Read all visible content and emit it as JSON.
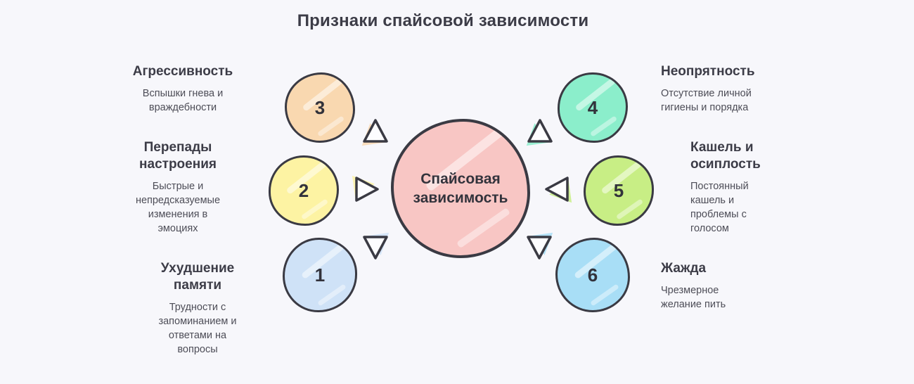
{
  "title": "Признаки спайсовой зависимости",
  "background_color": "#f7f7fb",
  "outline_color": "#3a3a43",
  "center": {
    "label": "Спайсовая зависимость",
    "color": "#f8c6c4"
  },
  "items": [
    {
      "number": "1",
      "heading": "Ухудшение памяти",
      "description": "Трудности с запоминанием и ответами на вопросы",
      "color": "#cfe2f7",
      "side": "left",
      "arrow_direction": "down"
    },
    {
      "number": "2",
      "heading": "Перепады настроения",
      "description": "Быстрые и непредсказуемые изменения в эмоциях",
      "color": "#fdf3a3",
      "side": "left",
      "arrow_direction": "right"
    },
    {
      "number": "3",
      "heading": "Агрессивность",
      "description": "Вспышки гнева и враждебности",
      "color": "#f9d8b0",
      "side": "left",
      "arrow_direction": "up"
    },
    {
      "number": "4",
      "heading": "Неопрятность",
      "description": "Отсутствие личной гигиены и порядка",
      "color": "#8beecb",
      "side": "right",
      "arrow_direction": "up"
    },
    {
      "number": "5",
      "heading": "Кашель и осиплость",
      "description": "Постоянный кашель и проблемы с голосом",
      "color": "#c8ee85",
      "side": "right",
      "arrow_direction": "left"
    },
    {
      "number": "6",
      "heading": "Жажда",
      "description": "Чрезмерное желание пить",
      "color": "#a8def6",
      "side": "right",
      "arrow_direction": "down"
    }
  ]
}
